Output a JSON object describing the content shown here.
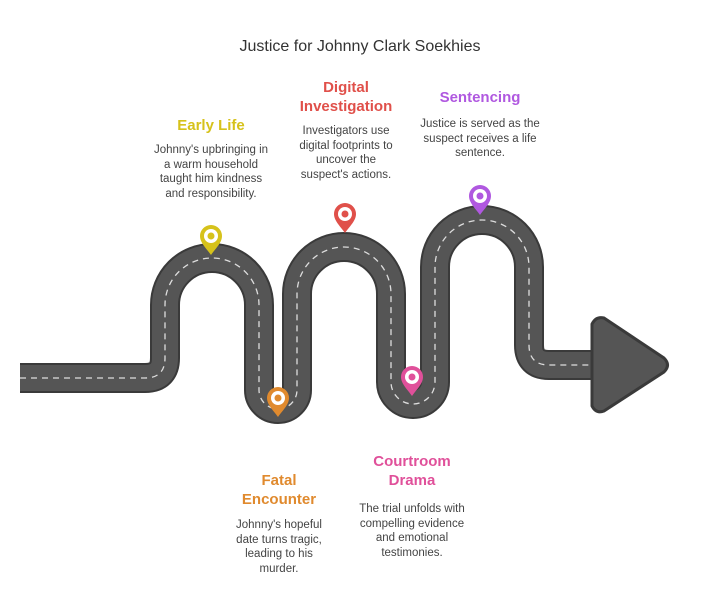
{
  "title": "Justice for Johnny Clark Soekhies",
  "stages": [
    {
      "title": "Early Life",
      "description": "Johnny's upbringing in a warm household taught him kindness and responsibility.",
      "color": "#d6c21b",
      "icon": "location-pin-icon"
    },
    {
      "title": "Fatal Encounter",
      "description": "Johnny's hopeful date turns tragic, leading to his murder.",
      "color": "#e08a2e",
      "icon": "location-pin-icon"
    },
    {
      "title": "Digital Investigation",
      "description": "Investigators use digital footprints to uncover the suspect's actions.",
      "color": "#e0504a",
      "icon": "location-pin-icon"
    },
    {
      "title": "Courtroom Drama",
      "description": "The trial unfolds with compelling evidence and emotional testimonies.",
      "color": "#e0509a",
      "icon": "location-pin-icon"
    },
    {
      "title": "Sentencing",
      "description": "Justice is served as the suspect receives a life sentence.",
      "color": "#b058e0",
      "icon": "location-pin-icon"
    }
  ],
  "road": {
    "color": "#555555",
    "edge_color": "#3a3a3a",
    "lane_color": "#dddddd"
  }
}
